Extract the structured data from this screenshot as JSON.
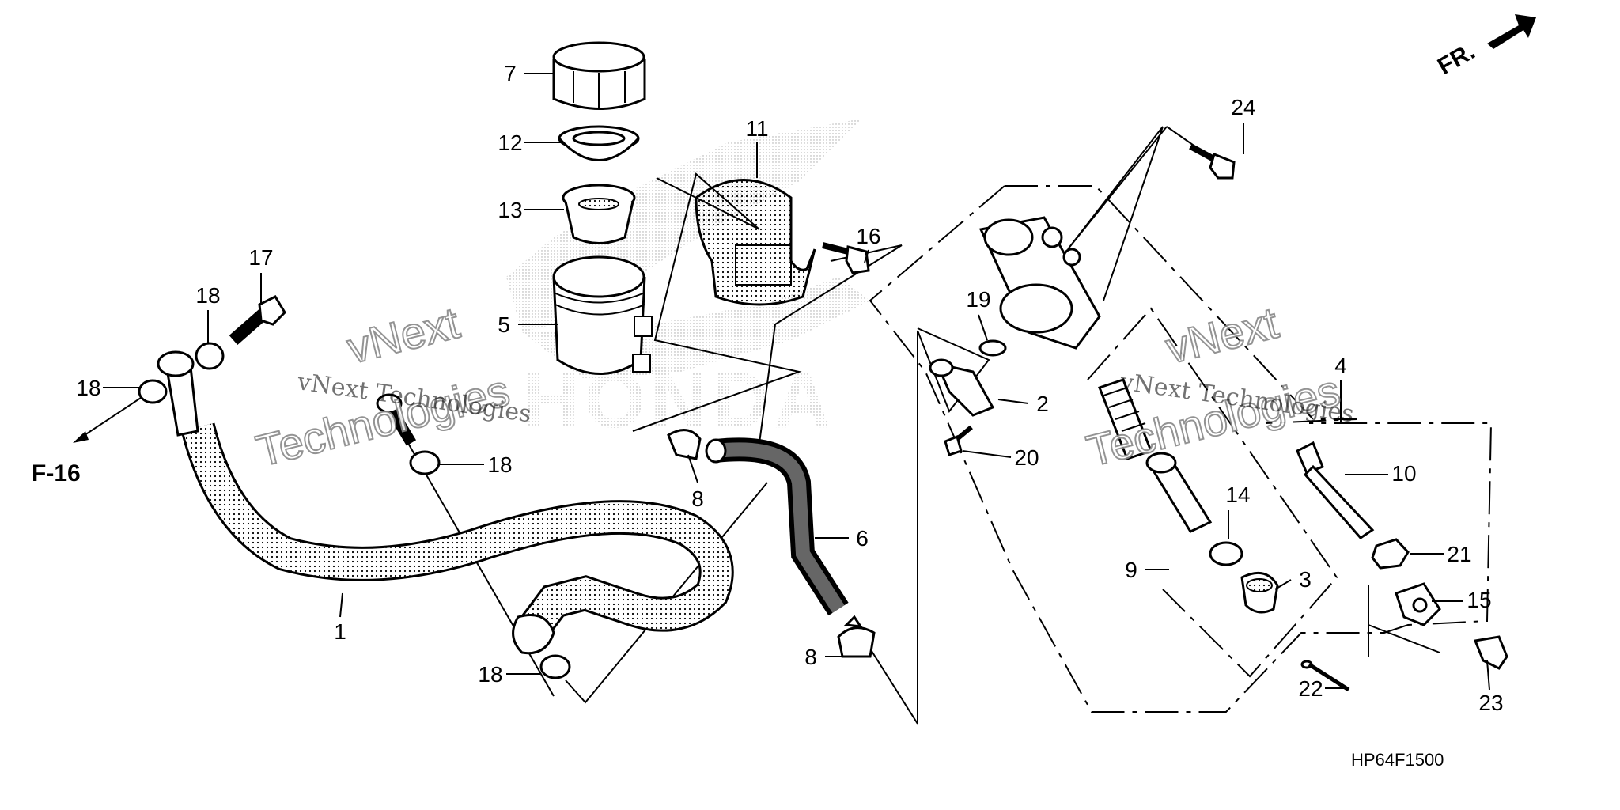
{
  "diagram_code": "HP64F1500",
  "direction_label": "FR.",
  "reference_label": "F-16",
  "watermark": {
    "text_small": "vNext Technologies",
    "text_big_line1": "vNext",
    "text_big_line2": "Technologies"
  },
  "brand_watermark": "HONDA",
  "callouts": [
    {
      "id": "c1",
      "label": "1"
    },
    {
      "id": "c2",
      "label": "2"
    },
    {
      "id": "c3",
      "label": "3"
    },
    {
      "id": "c4",
      "label": "4"
    },
    {
      "id": "c5",
      "label": "5"
    },
    {
      "id": "c6",
      "label": "6"
    },
    {
      "id": "c7",
      "label": "7"
    },
    {
      "id": "c8a",
      "label": "8"
    },
    {
      "id": "c8b",
      "label": "8"
    },
    {
      "id": "c9",
      "label": "9"
    },
    {
      "id": "c10",
      "label": "10"
    },
    {
      "id": "c11",
      "label": "11"
    },
    {
      "id": "c12",
      "label": "12"
    },
    {
      "id": "c13",
      "label": "13"
    },
    {
      "id": "c14",
      "label": "14"
    },
    {
      "id": "c15",
      "label": "15"
    },
    {
      "id": "c16",
      "label": "16"
    },
    {
      "id": "c17",
      "label": "17"
    },
    {
      "id": "c18a",
      "label": "18"
    },
    {
      "id": "c18b",
      "label": "18"
    },
    {
      "id": "c18c",
      "label": "18"
    },
    {
      "id": "c18d",
      "label": "18"
    },
    {
      "id": "c19",
      "label": "19"
    },
    {
      "id": "c20",
      "label": "20"
    },
    {
      "id": "c21",
      "label": "21"
    },
    {
      "id": "c22",
      "label": "22"
    },
    {
      "id": "c23",
      "label": "23"
    },
    {
      "id": "c24",
      "label": "24"
    }
  ]
}
